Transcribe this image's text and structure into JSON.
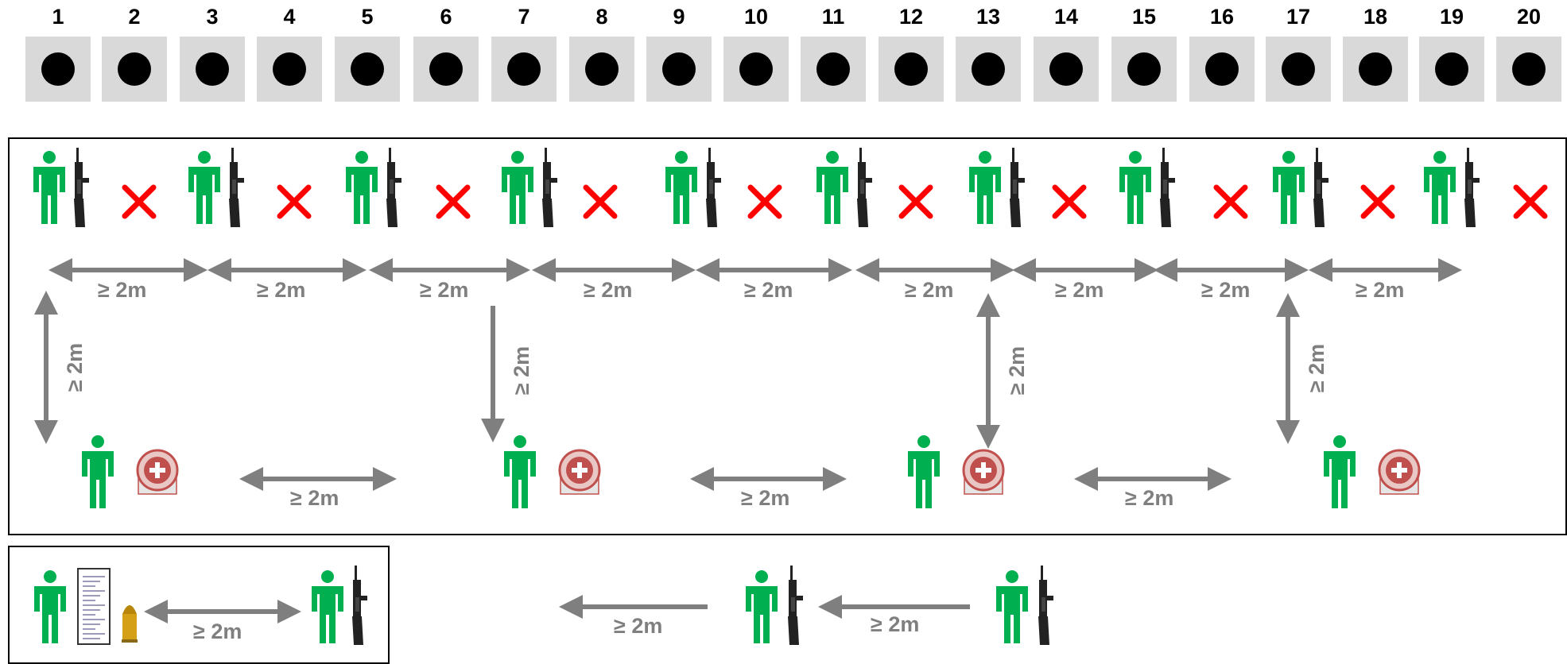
{
  "lanes": [
    "1",
    "2",
    "3",
    "4",
    "5",
    "6",
    "7",
    "8",
    "9",
    "10",
    "11",
    "12",
    "13",
    "14",
    "15",
    "16",
    "17",
    "18",
    "19",
    "20"
  ],
  "distance_label": "≥ 2m",
  "colors": {
    "person": "#00b050",
    "cross": "#ff0000",
    "arrow": "#7f7f7f",
    "target_bg": "#d9d9d9",
    "bull": "#000000",
    "badge_red": "#c0504d"
  },
  "icons": {
    "shooter": "person-with-rifle-icon",
    "blocked_lane": "red-x-icon",
    "supervisor": "person-with-swiss-badge-icon",
    "issue": "person-with-document-and-cartridge-icon"
  }
}
